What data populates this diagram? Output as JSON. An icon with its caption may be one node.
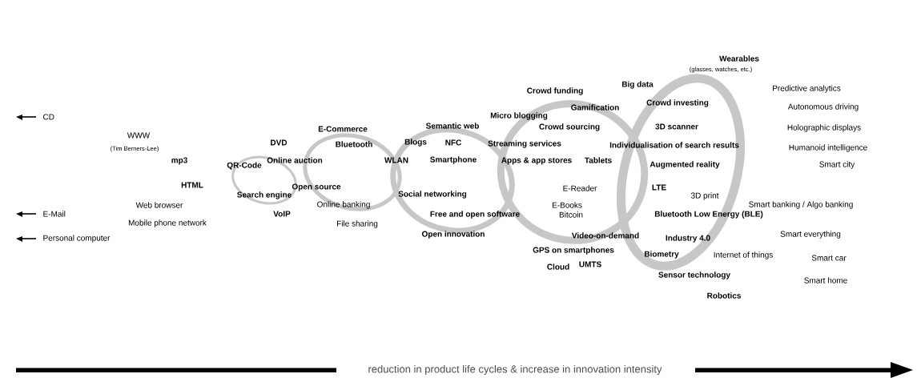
{
  "diagram": {
    "labels": [
      "Wearables",
      "(glasses, watches, etc.)",
      "Crowd funding",
      "Big data",
      "Predictive analytics",
      "CD",
      "Gamification",
      "Crowd investing",
      "Autonomous driving",
      "Micro blogging",
      "E-Commerce",
      "Semantic web",
      "Crowd sourcing",
      "3D scanner",
      "Holographic displays",
      "WWW",
      "(Tim Berners-Lee)",
      "DVD",
      "Bluetooth",
      "Blogs",
      "NFC",
      "Streaming services",
      "Individualisation of search results",
      "Humanoid intelligence",
      "mp3",
      "QR-Code",
      "Online auction",
      "WLAN",
      "Smartphone",
      "Apps & app stores",
      "Tablets",
      "Augmented reality",
      "Smart city",
      "HTML",
      "Open source",
      "E-Reader",
      "LTE",
      "Search engine",
      "Social networking",
      "3D print",
      "Web browser",
      "Online banking",
      "E-Books",
      "Smart banking / Algo banking",
      "E-Mail",
      "VoIP",
      "Free and open software",
      "Bitcoin",
      "Bluetooth Low Energy (BLE)",
      "Mobile phone network",
      "File sharing",
      "Personal computer",
      "Open innovation",
      "Video-on-demand",
      "Industry 4.0",
      "Smart everything",
      "GPS on smartphones",
      "Biometry",
      "Internet of things",
      "Smart car",
      "Cloud",
      "UMTS",
      "Sensor technology",
      "Smart home",
      "Robotics",
      "reduction in product life cycles & increase in innovation intensity"
    ]
  }
}
